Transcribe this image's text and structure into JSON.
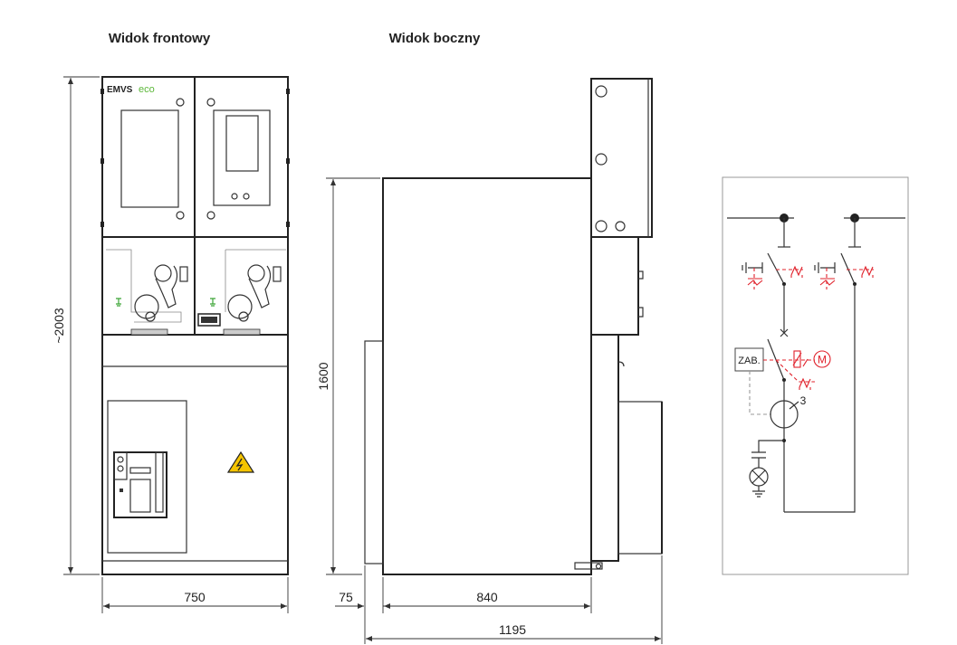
{
  "titles": {
    "front": "Widok frontowy",
    "side": "Widok boczny"
  },
  "logo": {
    "brand": "EMVS",
    "suffix": "eco",
    "suffix_color": "#5cb83a"
  },
  "dimensions": {
    "height_total": "~2003",
    "width_front": "750",
    "height_side": "1600",
    "offset": "75",
    "depth": "840",
    "depth_total": "1195"
  },
  "schematic": {
    "protection_label": "ZAB.",
    "motor_label": "M",
    "ct_label": "3"
  },
  "colors": {
    "aux_circuit": "#e0202a",
    "earth": "#3aa535",
    "warning": "#f5c400"
  }
}
